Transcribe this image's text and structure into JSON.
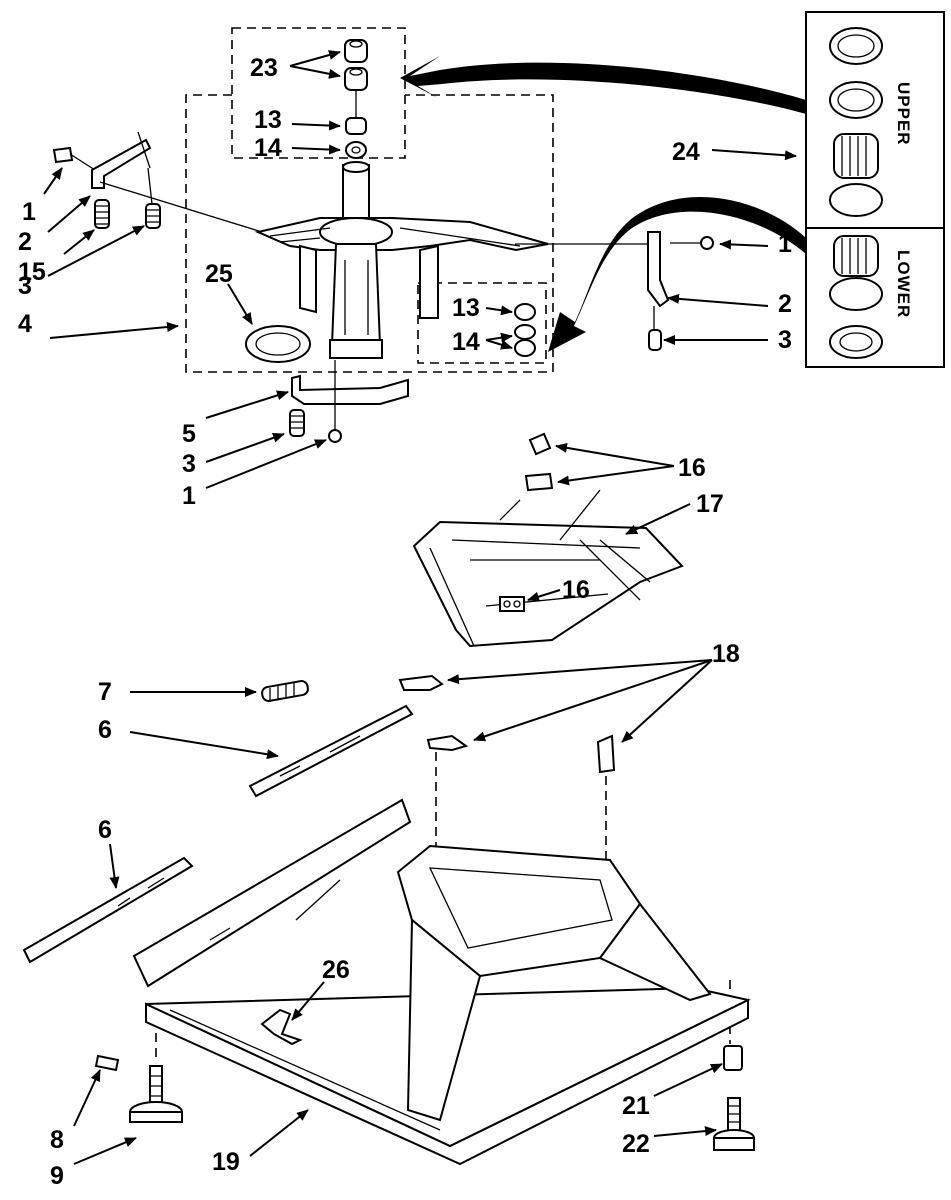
{
  "labels": {
    "l23": "23",
    "l13a": "13",
    "l14a": "14",
    "l1a": "1",
    "l2a": "2",
    "l15": "15",
    "l3a": "3",
    "l25": "25",
    "l4": "4",
    "l24": "24",
    "l1b": "1",
    "l2b": "2",
    "l3b": "3",
    "l13b": "13",
    "l14b": "14",
    "l5": "5",
    "l3c": "3",
    "l1c": "1",
    "l16a": "16",
    "l17": "17",
    "l16b": "16",
    "l18": "18",
    "l7": "7",
    "l6a": "6",
    "l6b": "6",
    "l26": "26",
    "l8": "8",
    "l9": "9",
    "l19": "19",
    "l21": "21",
    "l22": "22"
  },
  "side_labels": {
    "upper": "UPPER",
    "lower": "LOWER"
  }
}
